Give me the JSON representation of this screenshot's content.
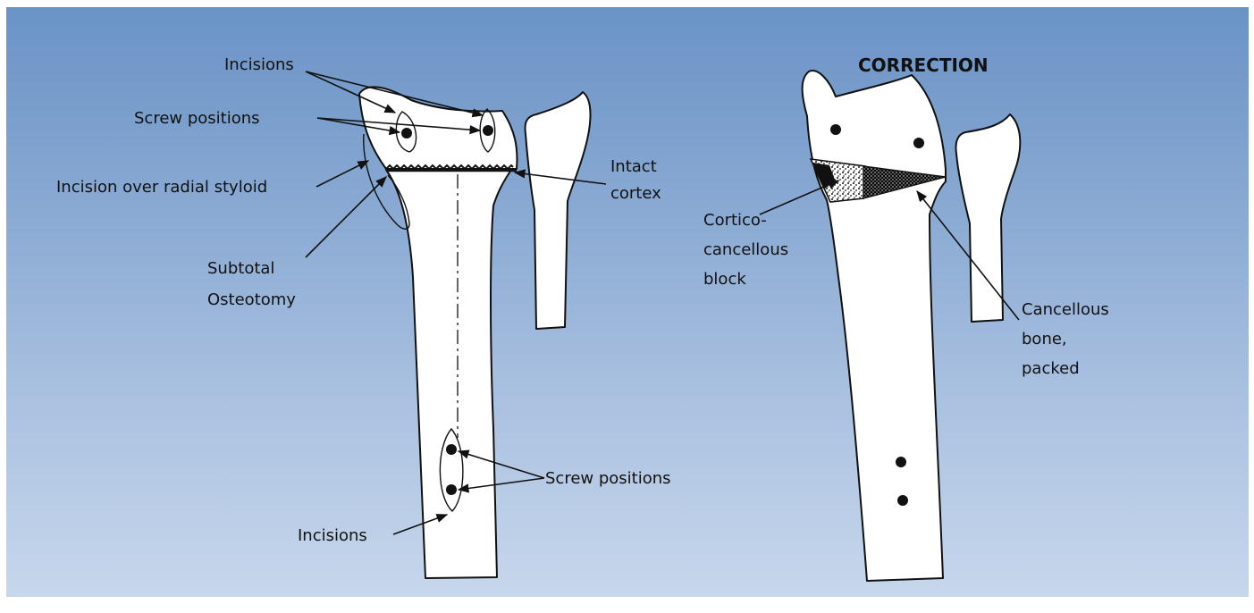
{
  "left_figure": {
    "labels": {
      "incisions_top": "Incisions",
      "screw_positions_top": "Screw positions",
      "incision_radial_styloid": "Incision over radial styloid",
      "subtotal_line1": "Subtotal",
      "subtotal_line2": "Osteotomy",
      "intact_line1": "Intact",
      "intact_line2": "cortex",
      "screw_positions_bottom": "Screw positions",
      "incisions_bottom": "Incisions"
    }
  },
  "right_figure": {
    "title": "CORRECTION",
    "labels": {
      "cortico_line1": "Cortico-",
      "cortico_line2": "cancellous",
      "cortico_line3": "block",
      "cancellous_line1": "Cancellous",
      "cancellous_line2": "bone,",
      "cancellous_line3": "packed"
    }
  },
  "colors": {
    "background_top": "#6a93c6",
    "background_bottom": "#c7d7ec",
    "bone_fill": "#ffffff",
    "line": "#111111"
  }
}
